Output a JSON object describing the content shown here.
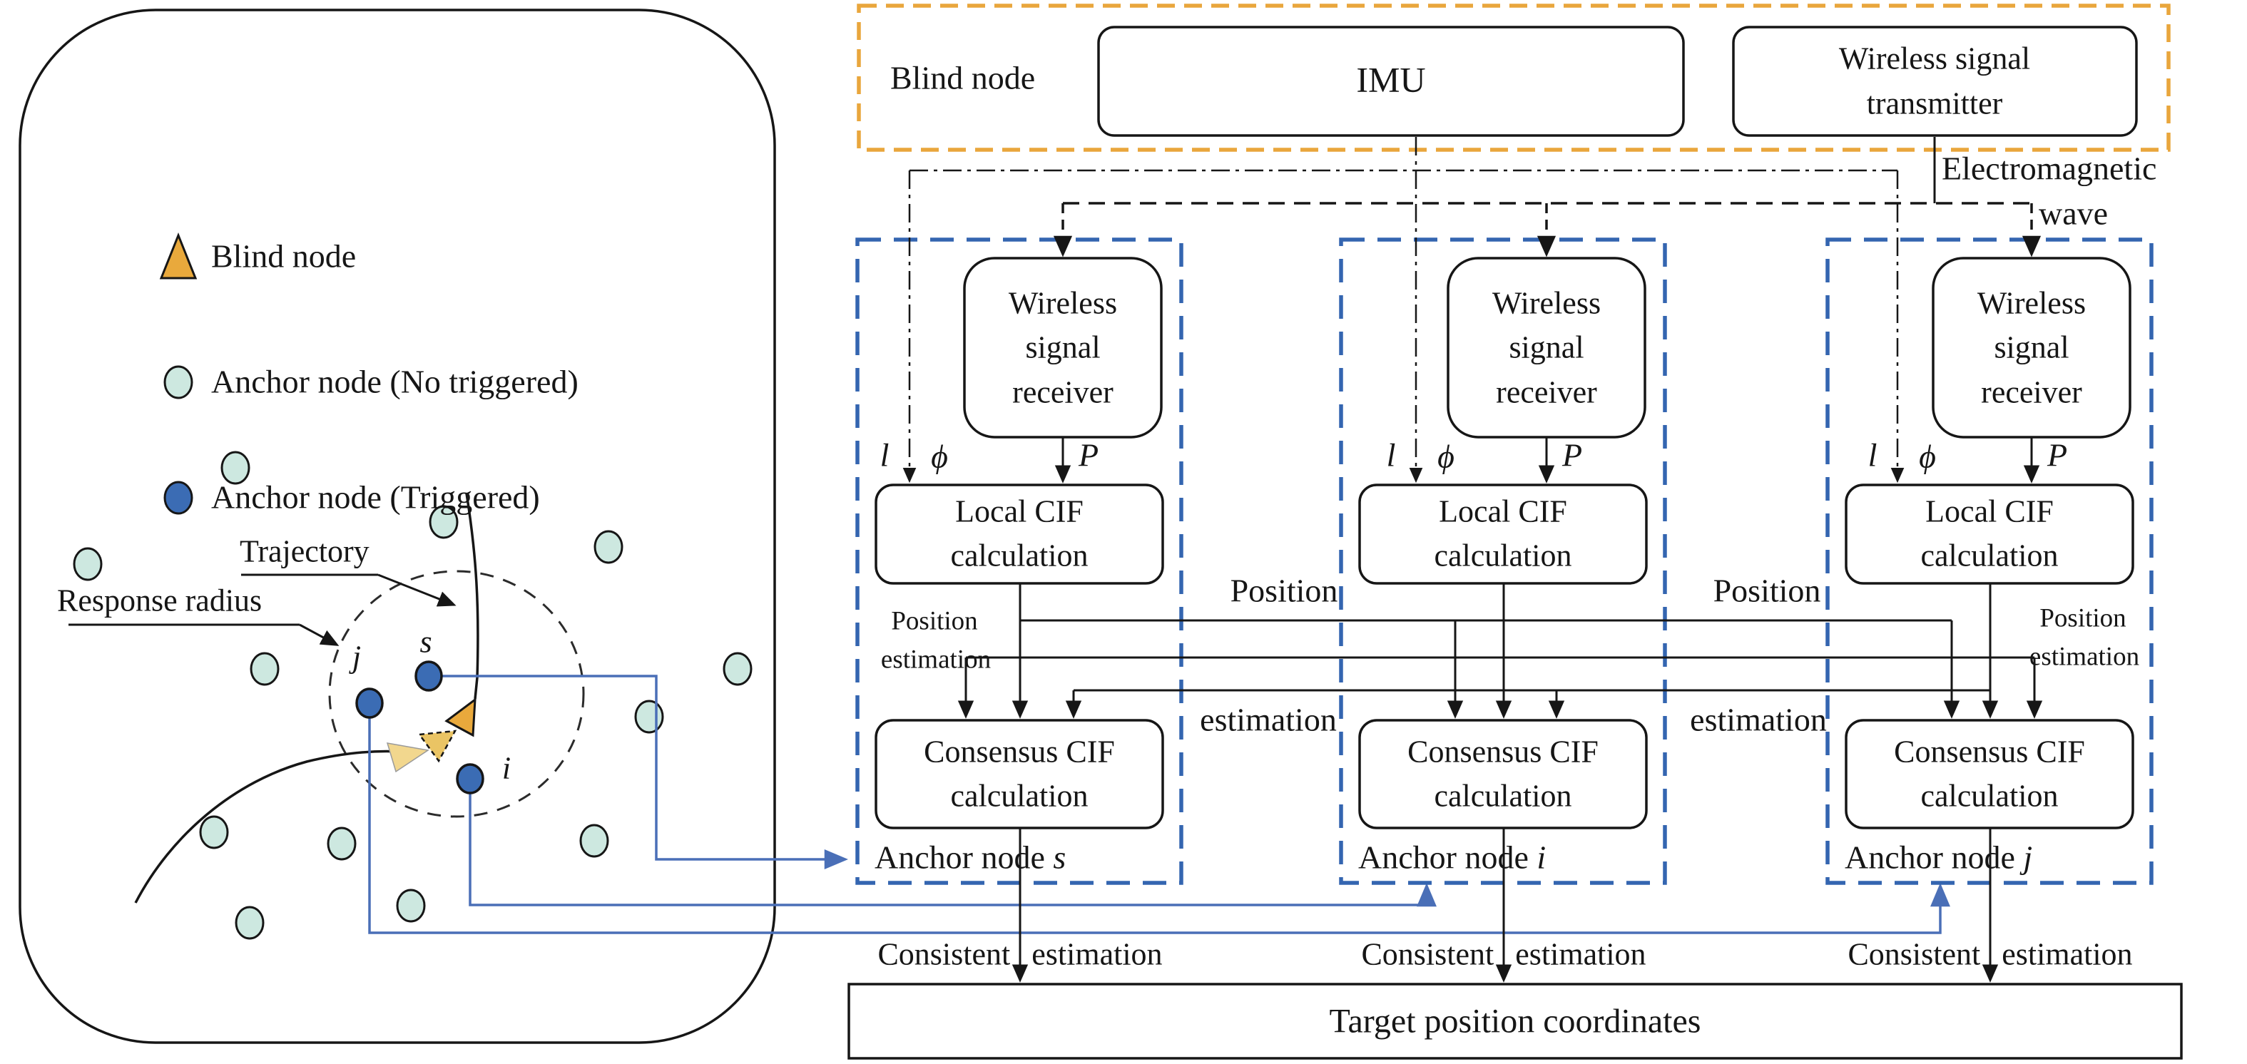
{
  "left_panel": {
    "legend": [
      {
        "icon": "blind-node-triangle",
        "label": "Blind node"
      },
      {
        "icon": "anchor-node-untriggered-circle",
        "label": "Anchor node (No triggered)"
      },
      {
        "icon": "anchor-node-triggered-circle",
        "label": "Anchor node (Triggered)"
      }
    ],
    "trajectory_label": "Trajectory",
    "response_radius_label": "Response radius",
    "node_s": "s",
    "node_j": "j",
    "node_i": "i"
  },
  "blind_node_box": {
    "label": "Blind node",
    "imu": "IMU",
    "transmitter_line1": "Wireless signal",
    "transmitter_line2": "transmitter"
  },
  "em_wave": {
    "line1": "Electromagnetic",
    "line2": "wave"
  },
  "signals": {
    "l": "l",
    "phi": "ϕ",
    "p": "P"
  },
  "anchors": [
    {
      "receiver1": "Wireless",
      "receiver2": "signal",
      "receiver3": "receiver",
      "local1": "Local CIF",
      "local2": "calculation",
      "consensus1": "Consensus CIF",
      "consensus2": "calculation",
      "name": "Anchor node",
      "id": "s",
      "pos1": "Position",
      "pos2": "estimation"
    },
    {
      "receiver1": "Wireless",
      "receiver2": "signal",
      "receiver3": "receiver",
      "local1": "Local CIF",
      "local2": "calculation",
      "consensus1": "Consensus CIF",
      "consensus2": "calculation",
      "name": "Anchor node",
      "id": "i"
    },
    {
      "receiver1": "Wireless",
      "receiver2": "signal",
      "receiver3": "receiver",
      "local1": "Local CIF",
      "local2": "calculation",
      "consensus1": "Consensus CIF",
      "consensus2": "calculation",
      "name": "Anchor node",
      "id": "j",
      "pos1": "Position",
      "pos2": "estimation"
    }
  ],
  "bus_labels": {
    "position": "Position",
    "estimation": "estimation"
  },
  "consistent_label": {
    "left": "Consistent",
    "right": "estimation"
  },
  "target_label": "Target position coordinates",
  "colors": {
    "orange_border": "#E9A63C",
    "blue_border": "#3465B0",
    "blue_line": "#4A6FB7",
    "teal_node": "#CDE8E0",
    "blue_node": "#3B6CB4",
    "triangle_dark": "#E9A93C",
    "triangle_mid": "#EAC464",
    "triangle_light": "#F2D78E"
  }
}
